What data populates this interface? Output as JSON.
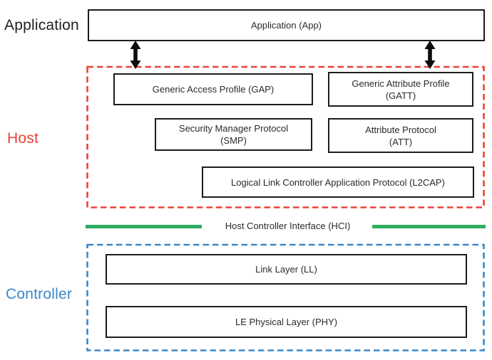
{
  "diagram": {
    "type": "block-diagram",
    "subject": "Bluetooth Low Energy protocol stack",
    "side_labels": {
      "application": "Application",
      "host": "Host",
      "controller": "Controller"
    },
    "application_layer": {
      "app_box": "Application (App)"
    },
    "host_layer": {
      "gap": "Generic Access Profile (GAP)",
      "gatt_line1": "Generic Attribute Profile",
      "gatt_line2": "(GATT)",
      "smp_line1": "Security Manager Protocol",
      "smp_line2": "(SMP)",
      "att_line1": "Attribute Protocol",
      "att_line2": "(ATT)",
      "l2cap": "Logical Link Controller Application Protocol (L2CAP)"
    },
    "hci": {
      "label": "Host Controller Interface (HCI)"
    },
    "controller_layer": {
      "ll": "Link Layer (LL)",
      "phy": "LE Physical Layer (PHY)"
    },
    "colors": {
      "host_accent": "#ee4035",
      "controller_accent": "#3b87c9",
      "hci_bar_green": "#2fac5f",
      "box_border": "#1c1c1c",
      "arrow_black": "#0d0d0d",
      "text": "#2a2a2a"
    }
  }
}
